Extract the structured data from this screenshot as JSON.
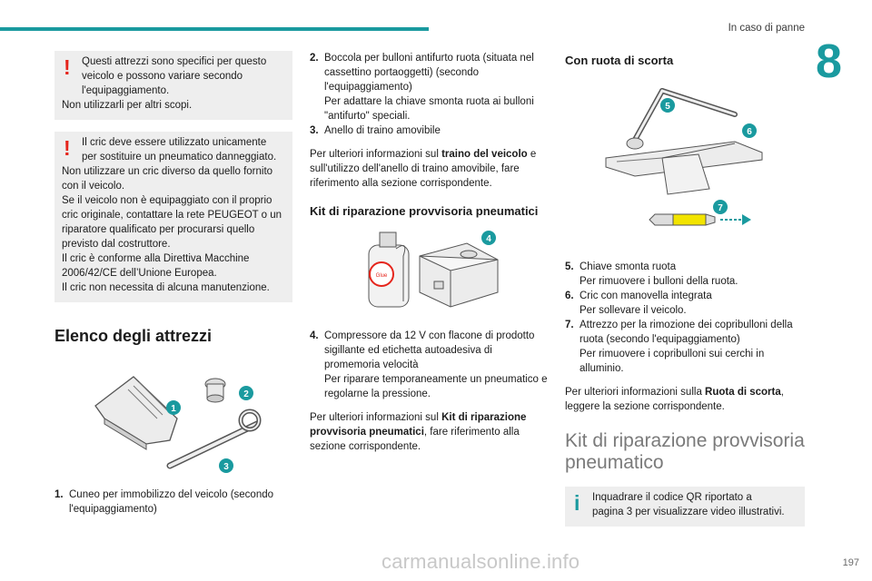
{
  "header": {
    "section_title": "In caso di panne",
    "chapter_number": "8",
    "page_number": "197"
  },
  "watermark": "carmanualsonline.info",
  "colors": {
    "accent": "#1a9a9f",
    "warning": "#e5251c",
    "box_bg": "#eeeeee"
  },
  "col1": {
    "warning1": {
      "first": "Questi attrezzi sono specifici per questo",
      "rest": "veicolo e possono variare secondo l'equipaggiamento.",
      "line2": "Non utilizzarli per altri scopi."
    },
    "warning2": {
      "first": "Il cric deve essere utilizzato unicamente",
      "rest": "per sostituire un pneumatico danneggiato.",
      "line2": "Non utilizzare un cric diverso da quello fornito con il veicolo.",
      "line3": "Se il veicolo non è equipaggiato con il proprio cric originale, contattare la rete PEUGEOT o un riparatore qualificato per procurarsi quello previsto dal costruttore.",
      "line4": "Il cric è conforme alla Direttiva Macchine 2006/42/CE dell’Unione Europea.",
      "line5": "Il cric non necessita di alcuna manutenzione."
    },
    "section_title": "Elenco degli attrezzi",
    "callouts": [
      "1",
      "2",
      "3"
    ],
    "item1": {
      "num": "1.",
      "text": "Cuneo per immobilizzo del veicolo (secondo l'equipaggiamento)"
    }
  },
  "col2": {
    "item2": {
      "num": "2.",
      "text": "Boccola per bulloni antifurto ruota (situata nel cassettino portaoggetti) (secondo l'equipaggiamento)",
      "text2": "Per adattare la chiave smonta ruota ai bulloni \"antifurto\" speciali."
    },
    "item3": {
      "num": "3.",
      "text": "Anello di traino amovibile"
    },
    "para1": {
      "a": "Per ulteriori informazioni sul ",
      "b": "traino del veicolo",
      "c": " e sull'utilizzo dell'anello di traino amovibile, fare riferimento alla sezione corrispondente."
    },
    "sub_title": "Kit di riparazione provvisoria pneumatici",
    "callout": "4",
    "bottle_label": "Glue",
    "item4": {
      "num": "4.",
      "text": "Compressore da 12 V con flacone di prodotto sigillante ed etichetta autoadesiva di promemoria velocità",
      "text2": "Per riparare temporaneamente un pneumatico e regolarne la pressione."
    },
    "para2": {
      "a": "Per ulteriori informazioni sul ",
      "b": "Kit di riparazione provvisoria pneumatici",
      "c": ", fare riferimento alla sezione corrispondente."
    }
  },
  "col3": {
    "sub_title": "Con ruota di scorta",
    "callouts": [
      "5",
      "6",
      "7"
    ],
    "item5": {
      "num": "5.",
      "text": "Chiave smonta ruota",
      "text2": "Per rimuovere i bulloni della ruota."
    },
    "item6": {
      "num": "6.",
      "text": "Cric con manovella integrata",
      "text2": "Per sollevare il veicolo."
    },
    "item7": {
      "num": "7.",
      "text": "Attrezzo per la rimozione dei copribulloni della ruota (secondo l'equipaggiamento)",
      "text2": "Per rimuovere i copribulloni sui cerchi in alluminio."
    },
    "para": {
      "a": "Per ulteriori informazioni sulla ",
      "b": "Ruota di scorta",
      "c": ", leggere la sezione corrispondente."
    },
    "big_title": "Kit di riparazione provvisoria pneumatico",
    "info": {
      "first": "Inquadrare il codice QR riportato a",
      "rest": "pagina 3 per visualizzare video illustrativi."
    }
  }
}
